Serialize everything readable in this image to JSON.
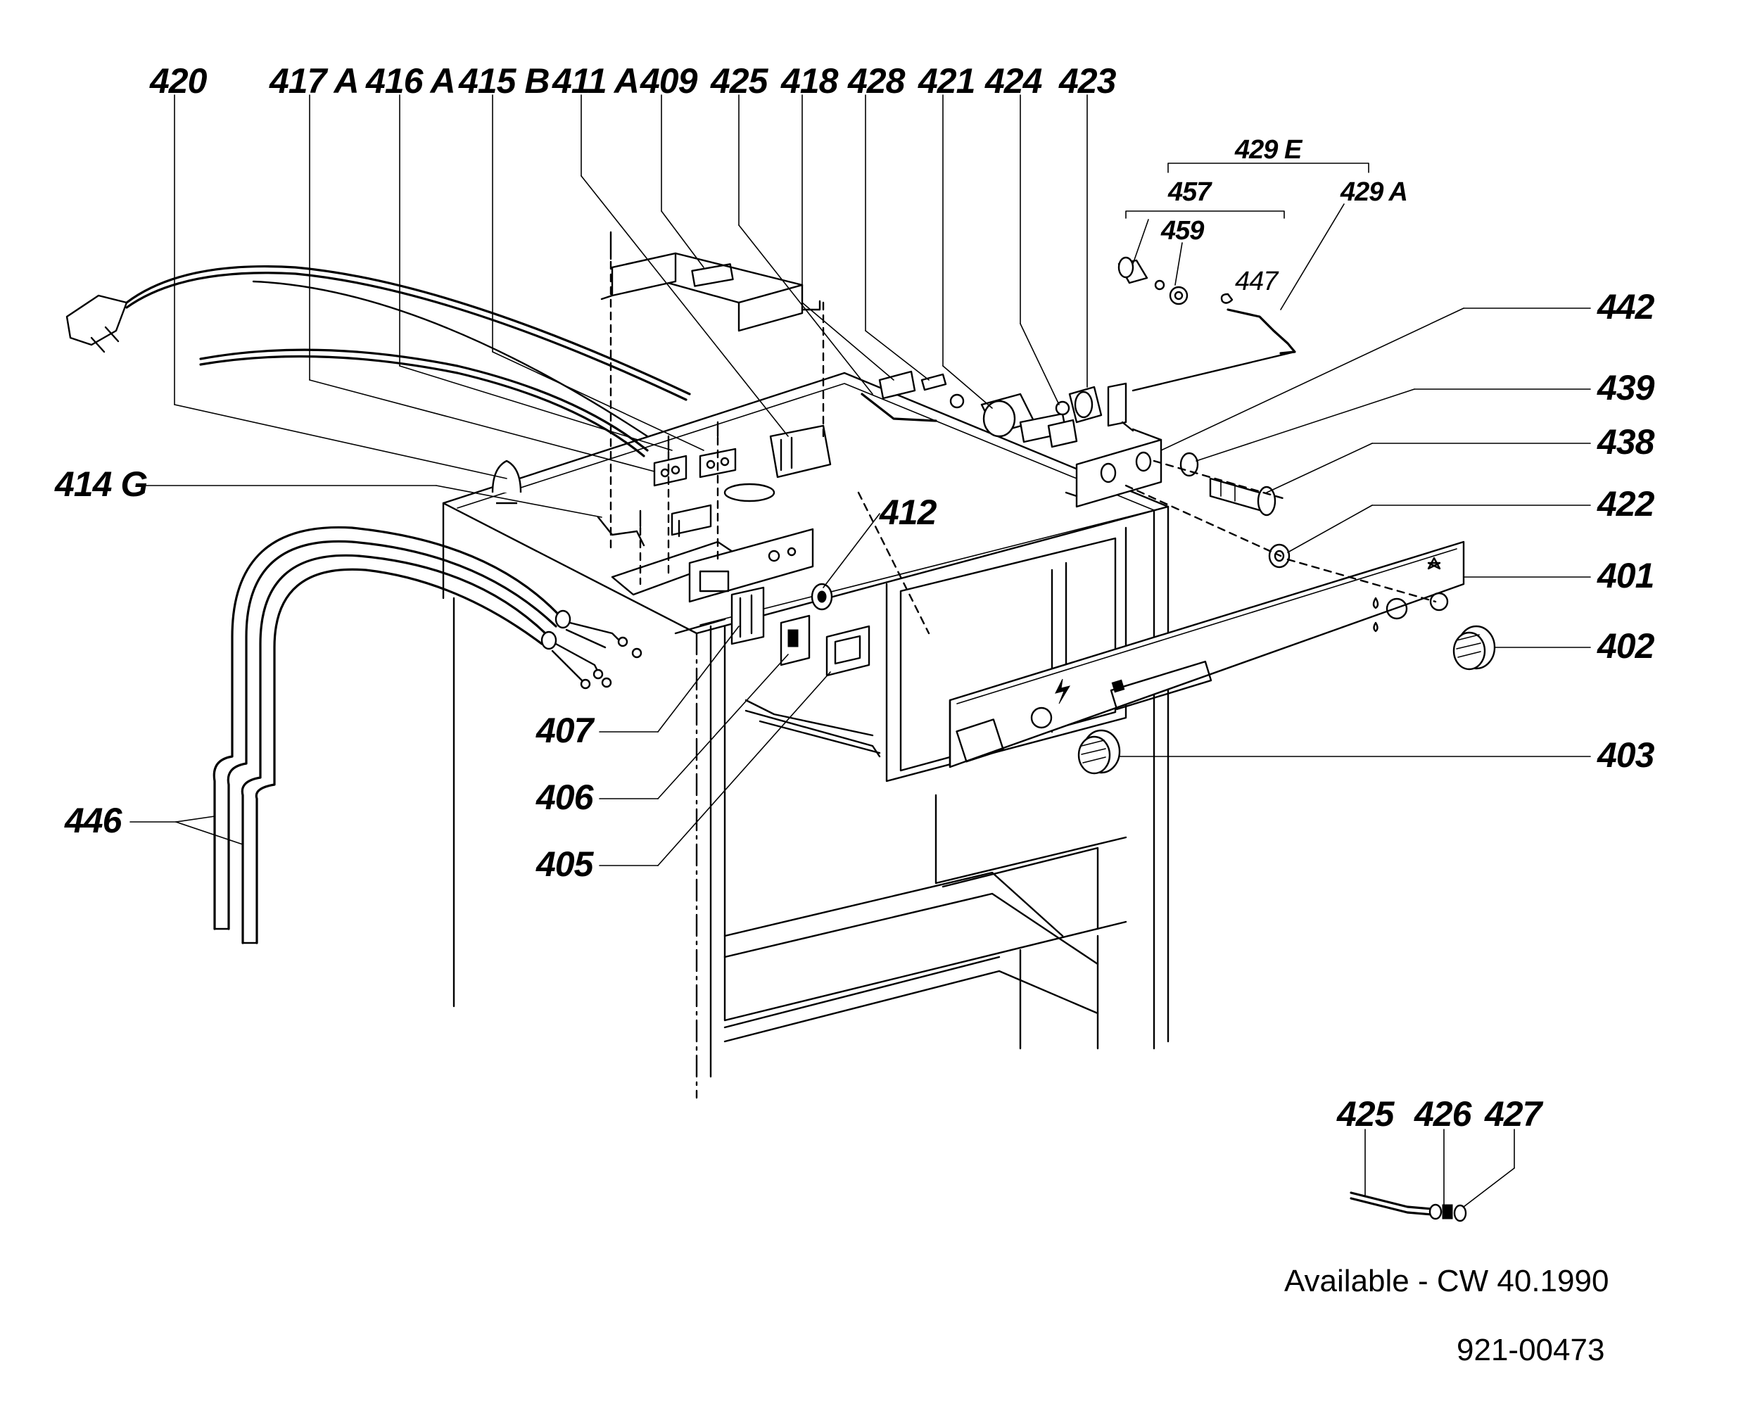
{
  "diagram": {
    "part_numbers_top": [
      "420",
      "417 A",
      "416 A",
      "415 B",
      "411 A",
      "409",
      "425",
      "418",
      "428",
      "421",
      "424",
      "423"
    ],
    "part_numbers_right": [
      "442",
      "439",
      "438",
      "422",
      "401",
      "402",
      "403"
    ],
    "part_numbers_left": [
      "414 G",
      "446"
    ],
    "part_numbers_center": [
      "412",
      "407",
      "406",
      "405"
    ],
    "kit_labels": {
      "group": "429 E",
      "subgroup": "457",
      "item_a": "429 A",
      "item_459": "459",
      "item_447": "447"
    },
    "inset_labels": [
      "425",
      "426",
      "427"
    ],
    "availability_note": "Available - CW 40.1990",
    "drawing_number": "921-00473"
  }
}
